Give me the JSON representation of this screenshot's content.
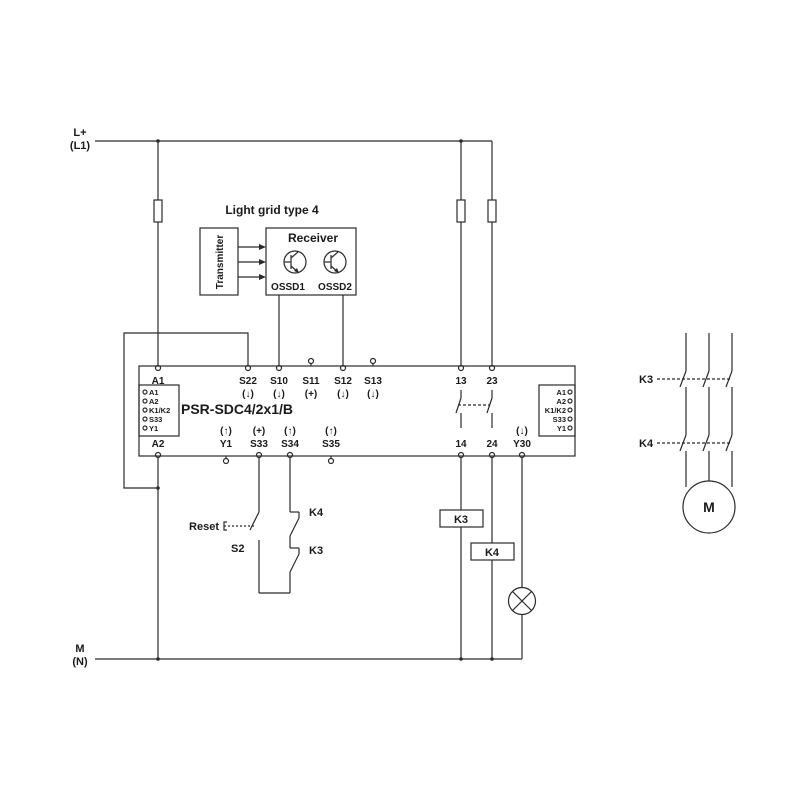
{
  "supply": {
    "lplus": "L+",
    "l1": "(L1)",
    "m": "M",
    "n": "(N)"
  },
  "light_grid": {
    "title": "Light grid type 4",
    "transmitter": "Transmitter",
    "receiver": "Receiver",
    "ossd1": "OSSD1",
    "ossd2": "OSSD2"
  },
  "relay": {
    "name": "PSR-SDC4/2x1/B",
    "inner_labels": [
      "A1",
      "A2",
      "K1/K2",
      "S33",
      "Y1"
    ],
    "top_terminals": {
      "a1": "A1",
      "s22": "S22",
      "s22_sym": "(↓)",
      "s10": "S10",
      "s10_sym": "(↓)",
      "s11": "S11",
      "s11_sym": "(+)",
      "s12": "S12",
      "s12_sym": "(↓)",
      "s13": "S13",
      "s13_sym": "(↓)",
      "t13": "13",
      "t23": "23"
    },
    "bottom_terminals": {
      "a2": "A2",
      "y1": "Y1",
      "y1_sym": "(↑)",
      "s33": "S33",
      "s33_sym": "(+)",
      "s34": "S34",
      "s34_sym": "(↑)",
      "s35": "S35",
      "s35_sym": "(↑)",
      "t14": "14",
      "t24": "24",
      "y30": "Y30",
      "y30_sym": "(↓)"
    }
  },
  "reset": {
    "label": "Reset",
    "switch": "S2",
    "k4": "K4",
    "k3": "K3"
  },
  "coils": {
    "k3": "K3",
    "k4": "K4"
  },
  "motor": {
    "k3": "K3",
    "k4": "K4",
    "m": "M"
  }
}
